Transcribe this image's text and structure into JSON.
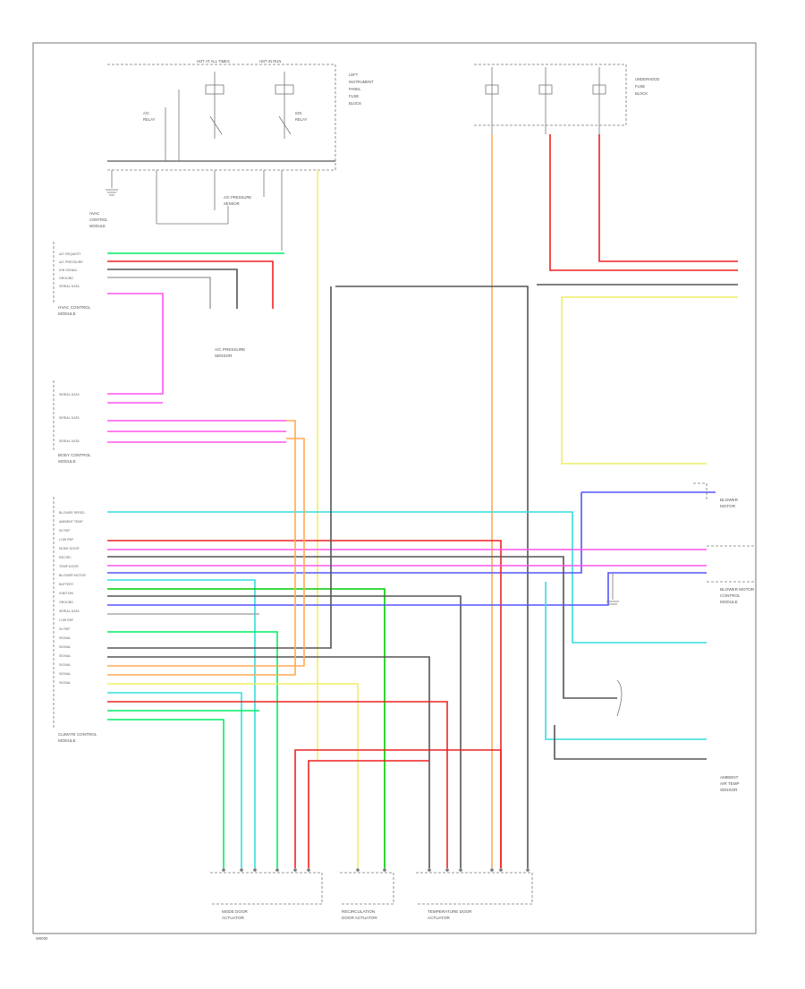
{
  "figure_code": "W0000",
  "border_color": "#777777",
  "wire_colors": {
    "lt_green": "#00ee66",
    "green": "#00cc00",
    "red": "#ee2222",
    "pink": "#ff55ee",
    "orange": "#ffaa55",
    "yellow": "#eeee66",
    "cyan": "#33dddd",
    "purple": "#5555ff",
    "black": "#555555",
    "gray": "#aaaaaa"
  },
  "components": [
    "LEFT INSTRUMENT PANEL FUSE BLOCK",
    "UNDERHOOD FUSE BLOCK",
    "HVAC CONTROL MODULE",
    "BODY CONTROL MODULE",
    "CLIMATE CONTROL MODULE",
    "BLOWER MOTOR",
    "BLOWER MOTOR CONTROL MODULE",
    "AMBIENT AIR TEMPERATURE SENSOR",
    "MODE DOOR ACTUATOR",
    "RECIRCULATION DOOR ACTUATOR",
    "TEMPERATURE DOOR ACTUATOR",
    "A/C PRESSURE SENSOR"
  ],
  "connector_labels": {
    "hvac_control": [
      "A/C REQUEST",
      "A/C PRESSURE",
      "IGN SIGNAL",
      "GROUND",
      "SERIAL DATA"
    ],
    "body_control": [
      "SERIAL DATA",
      "SERIAL DATA",
      "SERIAL DATA"
    ],
    "climate_control": [
      "BLOWER SPEED",
      "AMBIENT TEMP",
      "5V REF",
      "LOW REF",
      "MODE DOOR",
      "RECIRC",
      "TEMP DOOR",
      "BLOWER MOTOR",
      "BATTERY",
      "IGNITION",
      "GROUND",
      "SERIAL DATA",
      "LOW REF",
      "5V REF",
      "SIGNAL",
      "SIGNAL",
      "SIGNAL",
      "SIGNAL",
      "SIGNAL",
      "SIGNAL"
    ]
  }
}
